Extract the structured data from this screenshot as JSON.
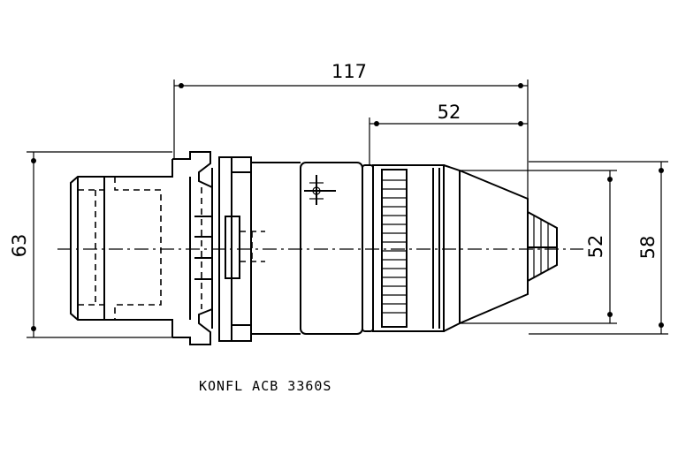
{
  "dimensions": {
    "overall_length": "117",
    "front_length": "52",
    "body_height": "63",
    "nose_diameter": "52",
    "collar_diameter": "58"
  },
  "caption": "KONFL ACB 3360S"
}
